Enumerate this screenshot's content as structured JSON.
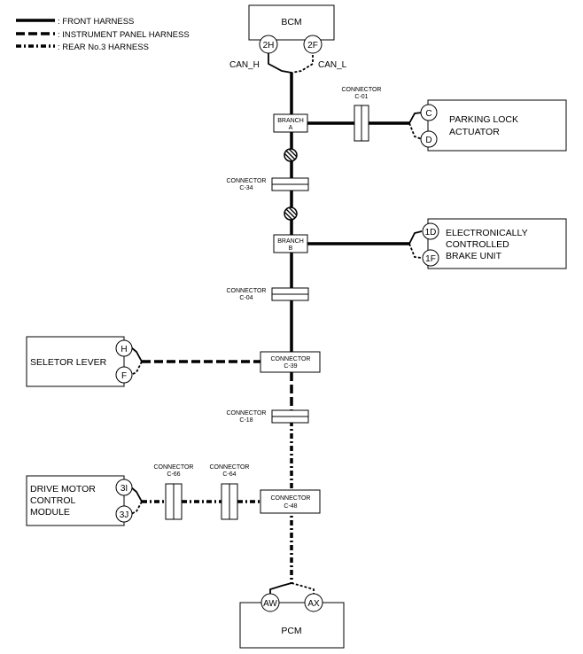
{
  "legend": {
    "front": ": FRONT HARNESS",
    "instrument_panel": ": INSTRUMENT PANEL HARNESS",
    "rear": ": REAR No.3 HARNESS"
  },
  "modules": {
    "bcm": {
      "label": "BCM",
      "pin_high": "2H",
      "pin_low": "2F",
      "can_h": "CAN_H",
      "can_l": "CAN_L"
    },
    "parking_lock": {
      "line1": "PARKING LOCK",
      "line2": "ACTUATOR",
      "pin_top": "C",
      "pin_bottom": "D"
    },
    "brake": {
      "line1": "ELECTRONICALLY",
      "line2": "CONTROLLED",
      "line3": "BRAKE UNIT",
      "pin_top": "1D",
      "pin_bottom": "1F"
    },
    "selector": {
      "label": "SELETOR LEVER",
      "pin_top": "H",
      "pin_bottom": "F"
    },
    "drive_motor": {
      "line1": "DRIVE MOTOR",
      "line2": "CONTROL",
      "line3": "MODULE",
      "pin_top": "3I",
      "pin_bottom": "3J"
    },
    "pcm": {
      "label": "PCM",
      "pin_left": "AW",
      "pin_right": "AX"
    }
  },
  "connectors": {
    "word": "CONNECTOR",
    "c01": "C-01",
    "c34": "C-34",
    "c04": "C-04",
    "c39": "C-39",
    "c18": "C-18",
    "c66": "C-66",
    "c64": "C-64",
    "c48": "C-48"
  },
  "branches": {
    "word": "BRANCH",
    "a": "A",
    "b": "B"
  }
}
